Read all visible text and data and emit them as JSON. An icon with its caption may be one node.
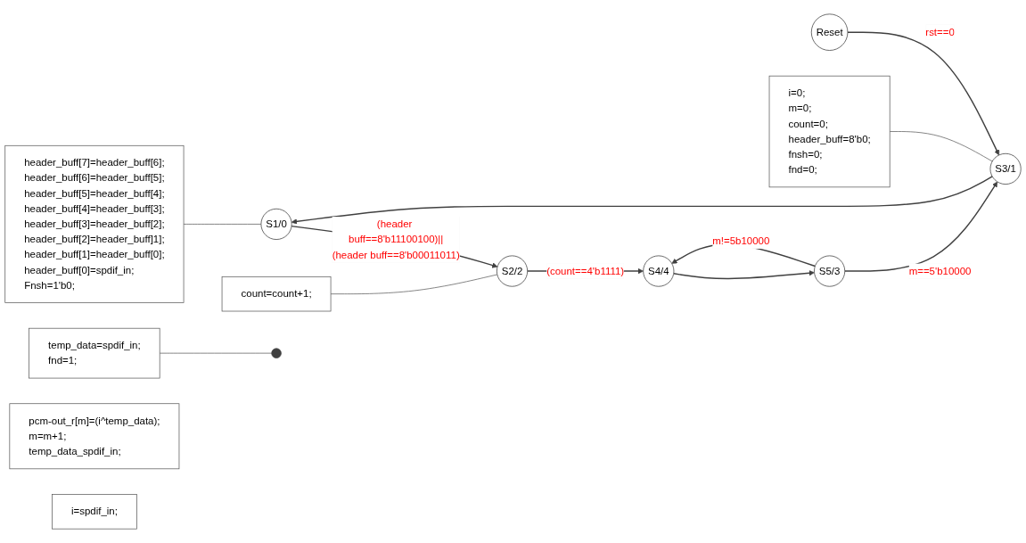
{
  "diagram": {
    "nodes": [
      {
        "text": [
          "header_buff[7]=header_buff[6];",
          "header_buff[6]=header_buff[5];",
          "header_buff[5]=header_buff[4];",
          "header_buff[4]=header_buff[3];",
          "header_buff[3]=header_buff[2];",
          "header_buff[2]=header_buff]1];",
          "header_buff[1]=header_buff[0];",
          "header_buff[0]=spdif_in;",
          "Fnsh=1'b0;"
        ]
      },
      {
        "text": [
          "S1/0"
        ]
      },
      {
        "text": [
          "count=count+1;"
        ]
      },
      {
        "text": [
          "S2/2"
        ]
      },
      {
        "text": [
          "temp_data=spdif_in;",
          "fnd=1;"
        ]
      },
      {
        "text": [
          "Reset"
        ]
      },
      {
        "text": [
          "S3/1"
        ]
      },
      {
        "text": [
          "S4/4"
        ]
      },
      {
        "text": [
          "i=0;",
          "m=0;",
          "count=0;",
          "header_buff=8'b0;",
          "fnsh=0;",
          "fnd=0;"
        ]
      },
      {
        "text": [
          "pcm-out_r[m]=(i^temp_data);",
          "m=m+1;",
          "temp_data_spdif_in;"
        ]
      },
      {
        "text": [
          "i=spdif_in;"
        ]
      },
      {
        "text": [
          "S5/3"
        ]
      }
    ],
    "edges": [
      {
        "from": 5,
        "to": 6,
        "arrow": "to",
        "label": "rst==0"
      },
      {
        "from": 6,
        "to": 1,
        "arrow": "to"
      },
      {
        "from": 1,
        "to": 3,
        "arrow": "to",
        "label": "(header buff==8'b11100100)||(header buff==8'b00011011)"
      },
      {
        "from": 3,
        "to": 7,
        "arrow": "to",
        "label": "(count==4'b1111)"
      },
      {
        "from": 7,
        "to": 11,
        "arrow": "to"
      },
      {
        "from": 11,
        "to": 7,
        "arrow": "to",
        "label": "m!=5b10000"
      },
      {
        "from": 11,
        "to": 6,
        "arrow": "to",
        "label": "m==5'b10000"
      },
      {
        "from": 0,
        "to": 1,
        "arrow": "none"
      },
      {
        "from": 2,
        "to": 3,
        "arrow": "none"
      },
      {
        "from": 4,
        "to": null,
        "arrow": "none"
      },
      {
        "from": 8,
        "to": 6,
        "arrow": "none"
      }
    ]
  }
}
